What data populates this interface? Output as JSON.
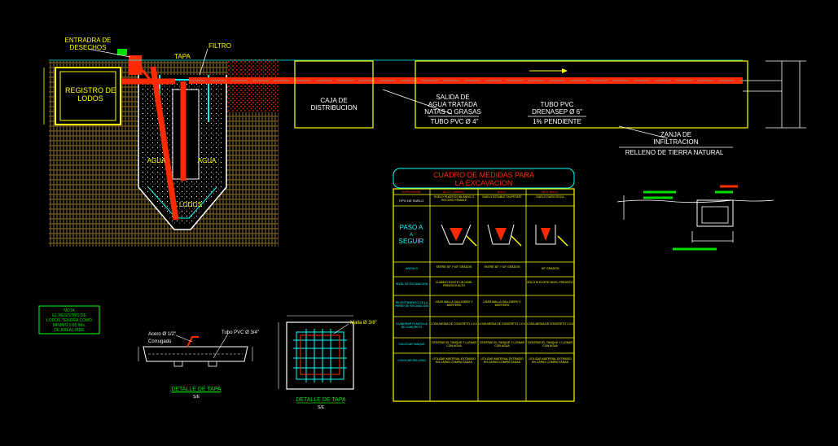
{
  "labels": {
    "entrada": [
      "ENTRADRA DE",
      "DESECHOS"
    ],
    "tapa": "TAPA",
    "filtro": "FILTRO",
    "registro": [
      "REGISTRO DE",
      "LODOS"
    ],
    "agua_left": "AGUA",
    "agua_right": "AGUA",
    "lodos": "LODOS",
    "caja": [
      "CAJA DE",
      "DISTRIBUCION"
    ],
    "salida": [
      "SALIDA DE",
      "AGUA TRATADA",
      "NATAS O GRASAS"
    ],
    "tubo4": "TUBO PVC Ø 4\"",
    "tubo6": [
      "TUBO PVC",
      "DRENASEP Ø 6\""
    ],
    "pendiente": "1% PENDIENTE",
    "zanja": [
      "ZANJA DE",
      "INFILTRACION"
    ],
    "relleno": "RELLENO DE TIERRA NATURAL"
  },
  "note": {
    "lines": [
      "NOTA",
      "EL REGISTRO DE",
      "LODOS TENDRA COMO",
      "MINIMO 0.60 Mts.",
      "DE AREA LIBRE"
    ]
  },
  "detail1": {
    "title": "DETALLE DE TAPA",
    "scale": "S/E",
    "label_a": "Acero Ø 1/2\"",
    "label_b": "Corrugado",
    "label_c": "Tubo PVC Ø 3/4\""
  },
  "detail2": {
    "title": "DETALLE DE TAPA",
    "scale": "S/E",
    "malla": "Malla Ø 3/8\""
  },
  "table": {
    "title": [
      "CUADRO DE MEDIDAS PARA",
      "LA EXCAVACION"
    ],
    "header": [
      "EXPANSION",
      "ALTO - MEDIO",
      "BAJO",
      "MUY BAJO"
    ],
    "soil_label": "TIPO DE SUELO",
    "soil": [
      "SUELO PLASTICO BLANDO O ROCOSO FRIABLE",
      "SUELO ESTABLE TALPETATE",
      "SUELO DURO ROCA"
    ],
    "paso": [
      "PASO A",
      "A",
      "SEGUIR"
    ],
    "rows": [
      {
        "label": "ANGULO",
        "cells": [
          "ENTRE 45° Y 60° GRADOS",
          "ENTRE 45° Y 60° GRADOS",
          "90° GRADOS"
        ]
      },
      {
        "label": "NIVEL DE EXCAVACION",
        "cells": [
          "CUANDO EXISTE UN NIVEL FREATICO ALTO",
          "",
          "SOLO SI EXISTE NIVEL FREATICO"
        ]
      },
      {
        "label": "REVESTIMIENTO DE LA PARED DE EXCAVACION",
        "cells": [
          "USAR MALLA GALLINERO Y MORTERO",
          "USAR MALLA GALLINERO Y MORTERO",
          ""
        ]
      },
      {
        "label": "ELABORAR PLANTILLA DE CONCRETO",
        "cells": [
          "LOSA MEDIA DE CONCRETO 1:2:4",
          "LOSA MEDIA DE CONCRETO 1:2:4",
          "LOSA MEDIA DE CONCRETO 1:2:4"
        ]
      },
      {
        "label": "COLOCAR TANQUE",
        "cells": [
          "CENTRAR EL TANQUE Y LLENAR CON AGUA",
          "CENTRAR EL TANQUE Y LLENAR CON AGUA",
          "CENTRAR EL TANQUE Y LLENAR CON AGUA"
        ]
      },
      {
        "label": "COLOCAR RELLENO",
        "cells": [
          "UTILIZAR MATERIAL EXTRAIDO EN CAPAS COMPACTADAS",
          "UTILIZAR MATERIAL EXTRAIDO EN CAPAS COMPACTADAS",
          "UTILIZAR MATERIAL EXTRAIDO EN CAPAS COMPACTADAS"
        ]
      }
    ]
  },
  "colors": {
    "yellow": "#ffff00",
    "red": "#ff2a00",
    "cyan": "#00ffff",
    "soil": "#a07a2e",
    "green": "#00dd00",
    "white": "#ffffff"
  }
}
